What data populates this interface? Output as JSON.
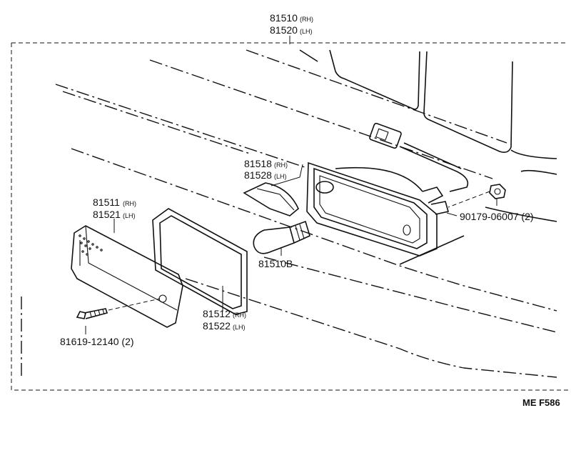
{
  "assembly": {
    "part_rh": "81510",
    "tag_rh": "(RH)",
    "part_lh": "81520",
    "tag_lh": "(LH)"
  },
  "bulb_cover": {
    "part_rh": "81518",
    "tag_rh": "(RH)",
    "part_lh": "81528",
    "tag_lh": "(LH)"
  },
  "lens": {
    "part_rh": "81511",
    "tag_rh": "(RH)",
    "part_lh": "81521",
    "tag_lh": "(LH)"
  },
  "bulb": {
    "part": "81510B"
  },
  "gasket": {
    "part_rh": "81512",
    "tag_rh": "(RH)",
    "part_lh": "81522",
    "tag_lh": "(LH)"
  },
  "nut": {
    "part": "90179-06007 (2)"
  },
  "screw": {
    "part": "81619-12140 (2)"
  },
  "diagram_code": "ME F586"
}
